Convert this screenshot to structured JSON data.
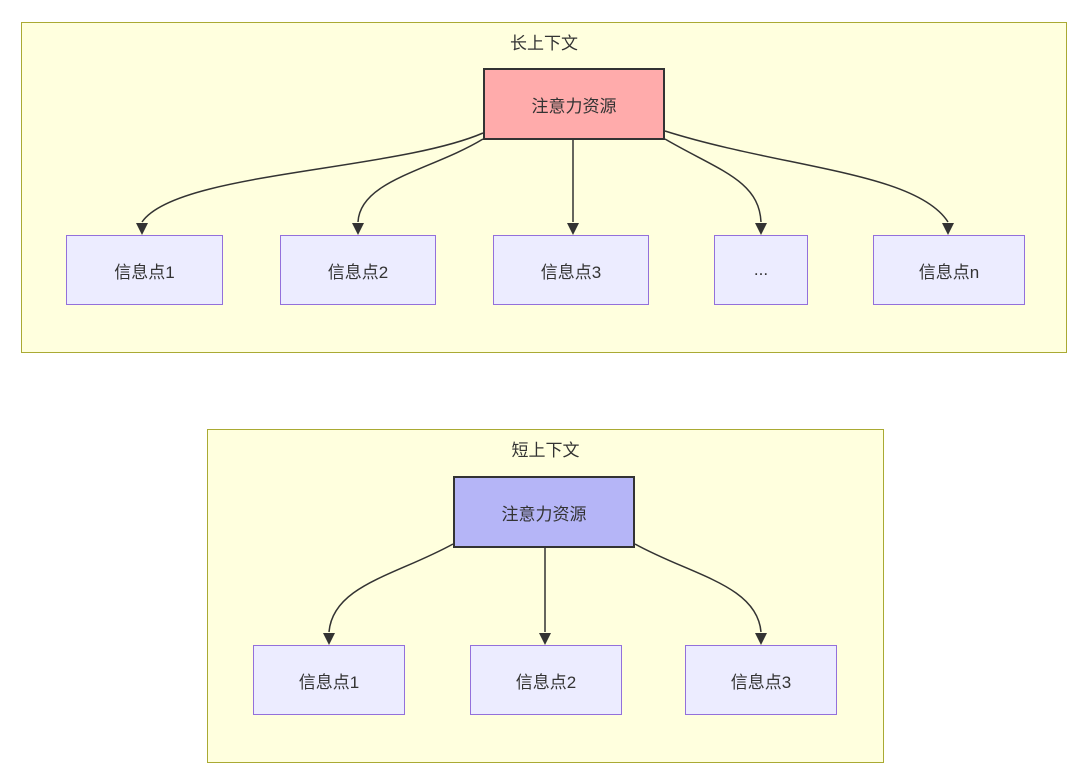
{
  "diagram": {
    "type": "flowchart",
    "colors": {
      "page_background": "#ffffff",
      "panel_fill": "#ffffde",
      "panel_border": "#aaaa33",
      "info_node_fill": "#ececff",
      "info_node_border": "#9370db",
      "attention_node_border": "#333333",
      "attention_fill_long_context": "#ffabab",
      "attention_fill_short_context": "#b5b5f7",
      "edge_color": "#333333",
      "text_color": "#333333"
    },
    "panels": [
      {
        "title": "长上下文",
        "attention": {
          "label": "注意力资源"
        },
        "info_points": [
          {
            "label": "信息点1"
          },
          {
            "label": "信息点2"
          },
          {
            "label": "信息点3"
          },
          {
            "label": "..."
          },
          {
            "label": "信息点n"
          }
        ]
      },
      {
        "title": "短上下文",
        "attention": {
          "label": "注意力资源"
        },
        "info_points": [
          {
            "label": "信息点1"
          },
          {
            "label": "信息点2"
          },
          {
            "label": "信息点3"
          }
        ]
      }
    ]
  }
}
